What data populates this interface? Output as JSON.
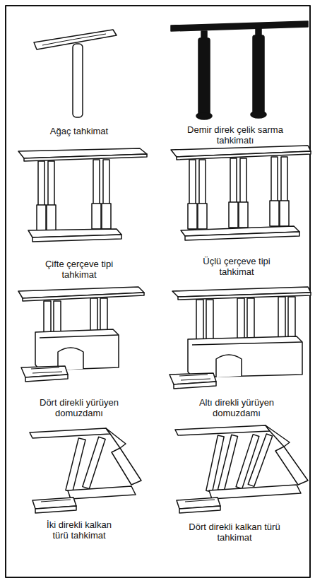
{
  "diagram": {
    "labels": [
      "Ağaç tahkimat",
      "Demir direk çelik sarma tahkimatı",
      "Çifte çerçeve tipi tahkimat",
      "Üçlü çerçeve tipi tahkimat",
      "Dört direkli yürüyen domuzdamı",
      "Altı direkli yürüyen domuzdamı",
      "İki direkli kalkan türü tahkimat",
      "Dört direkli kalkan türü tahkimat"
    ]
  }
}
